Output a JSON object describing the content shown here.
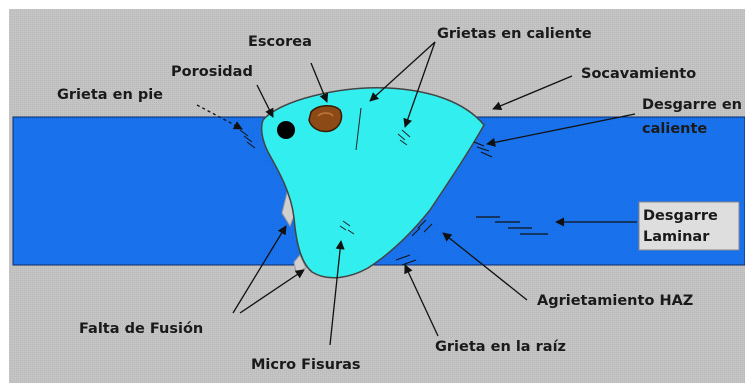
{
  "diagram": {
    "labels": {
      "escorea": "Escorea",
      "grietas_caliente": "Grietas en caliente",
      "porosidad": "Porosidad",
      "socavamiento": "Socavamiento",
      "grieta_pie": "Grieta en pie",
      "desgarre_caliente_1": "Desgarre en",
      "desgarre_caliente_2": "caliente",
      "desgarre_laminar_1": "Desgarre",
      "desgarre_laminar_2": "Laminar",
      "agrietamiento_haz": "Agrietamiento HAZ",
      "falta_fusion": "Falta de Fusión",
      "grieta_raiz": "Grieta en la raíz",
      "micro_fisuras": "Micro Fisuras"
    },
    "colors": {
      "background": "#c4c4c4",
      "plate": "#1a73ee",
      "weld": "#33eeee",
      "arrow": "#111111",
      "box": "#dedede"
    }
  }
}
